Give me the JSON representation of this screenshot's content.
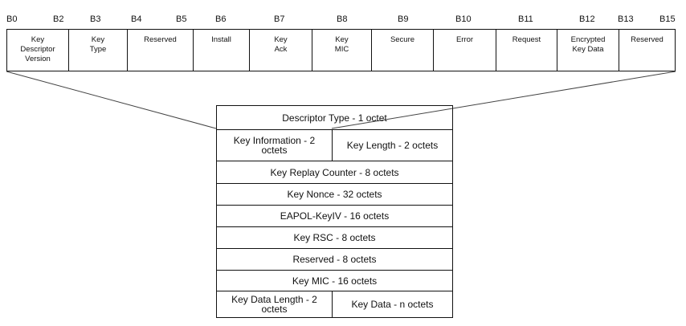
{
  "bit_labels": [
    "B0",
    "B2",
    "B3",
    "B4",
    "B5",
    "B6",
    "B7",
    "B8",
    "B9",
    "B10",
    "B11",
    "B12",
    "B13",
    "B15"
  ],
  "key_info_fields": [
    {
      "label": "Key\nDescriptor\nVersion"
    },
    {
      "label": "Key\nType"
    },
    {
      "label": "Reserved"
    },
    {
      "label": "Install"
    },
    {
      "label": "Key\nAck"
    },
    {
      "label": "Key\nMIC"
    },
    {
      "label": "Secure"
    },
    {
      "label": "Error"
    },
    {
      "label": "Request"
    },
    {
      "label": "Encrypted\nKey Data"
    },
    {
      "label": "Reserved"
    }
  ],
  "frame_rows": [
    {
      "label": "Descriptor Type - 1 octet"
    },
    {
      "left": "Key Information - 2 octets",
      "right": "Key Length - 2 octets"
    },
    {
      "label": "Key Replay Counter - 8 octets"
    },
    {
      "label": "Key Nonce - 32 octets"
    },
    {
      "label": "EAPOL-KeyIV - 16 octets"
    },
    {
      "label": "Key RSC - 8 octets"
    },
    {
      "label": "Reserved - 8 octets"
    },
    {
      "label": "Key MIC - 16 octets"
    },
    {
      "left": "Key Data Length - 2 octets",
      "right": "Key Data - n octets"
    }
  ]
}
